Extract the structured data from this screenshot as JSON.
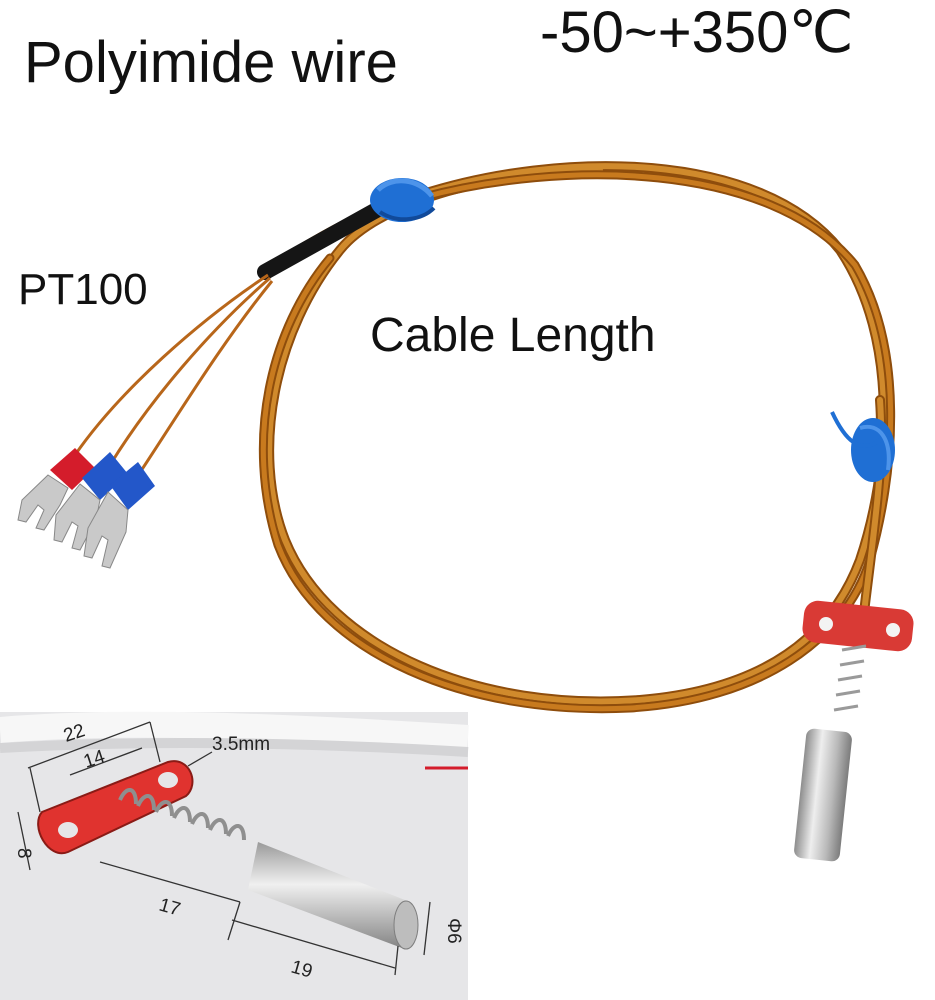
{
  "labels": {
    "title": "Polyimide wire",
    "temperature": "-50~+350℃",
    "sensor_type": "PT100",
    "cable_length": "Cable Length"
  },
  "dimensions": {
    "d22": "22",
    "d14": "14",
    "hole": "3.5mm",
    "d8": "8",
    "d17": "17",
    "d19": "19",
    "dia": "Φ6"
  },
  "colors": {
    "wire": "#c87a1e",
    "wire_dark": "#8e4d0c",
    "tie_blue": "#1f6fd4",
    "terminal_red": "#d41c2b",
    "terminal_blue": "#2357c9",
    "flange_red": "#d93a35",
    "metal": "#cfcfcf"
  }
}
